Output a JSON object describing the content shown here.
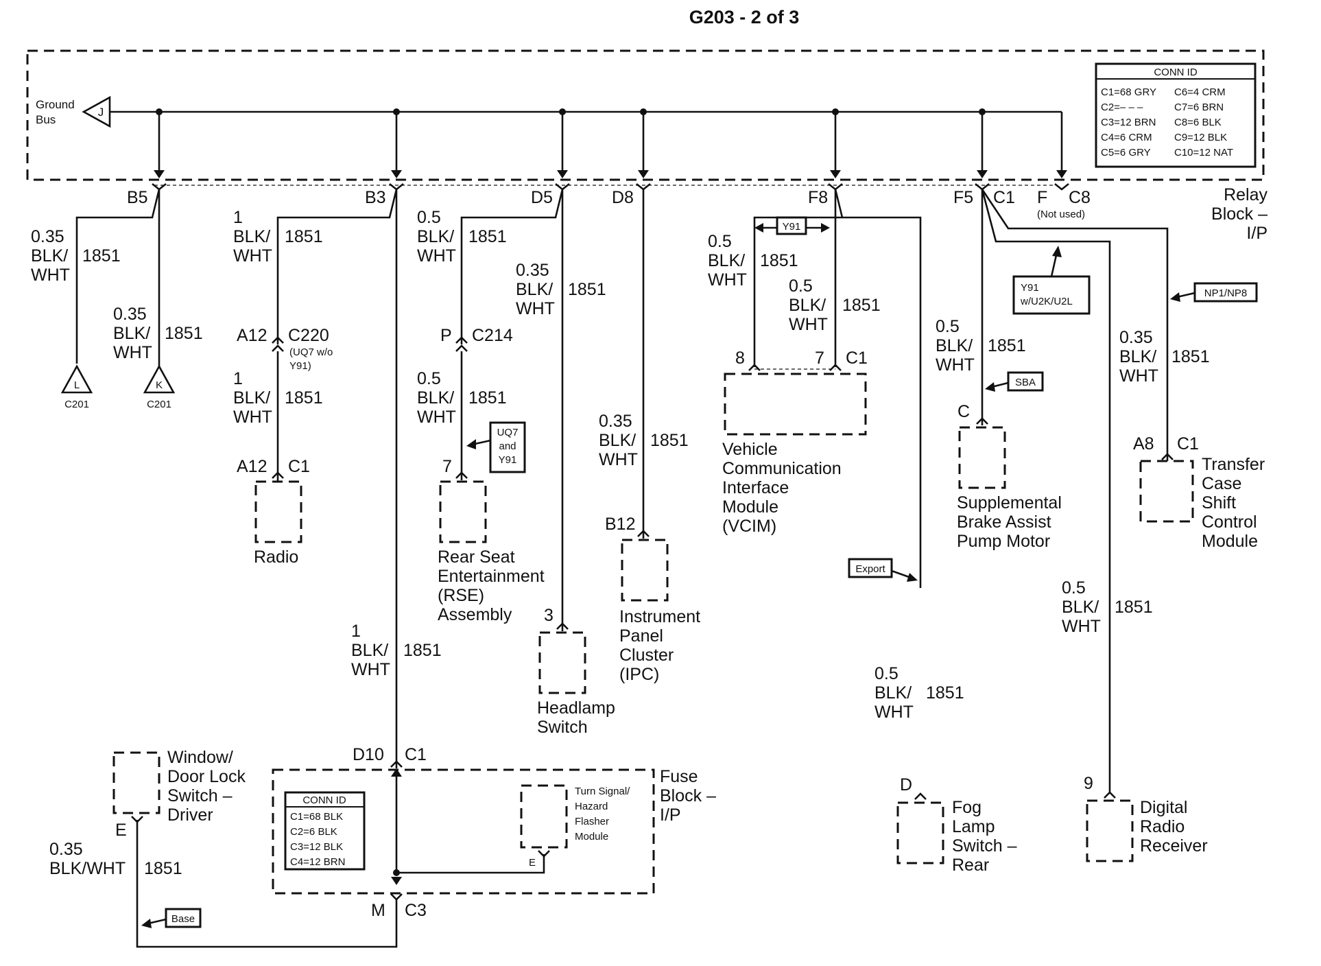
{
  "title": "G203 - 2 of 3",
  "ground_bus": {
    "label": [
      "Ground",
      "Bus"
    ],
    "terminal": "J"
  },
  "relay_block": {
    "label": [
      "Relay",
      "Block –",
      "I/P"
    ]
  },
  "conn_id_relay": {
    "header": "CONN ID",
    "rows": [
      [
        "C1=68 GRY",
        "C6=4 CRM"
      ],
      [
        "C2=– – –",
        "C7=6 BRN"
      ],
      [
        "C3=12 BRN",
        "C8=6 BLK"
      ],
      [
        "C4=6 CRM",
        "C9=12 BLK"
      ],
      [
        "C5=6 GRY",
        "C10=12 NAT"
      ]
    ]
  },
  "relay_pins": {
    "b5": "B5",
    "b3": "B3",
    "d5": "D5",
    "d8": "D8",
    "f8": "F8",
    "f5": "F5",
    "f5_conn": "C1",
    "f": "F",
    "f_conn": "C8",
    "not_used": "(Not used)"
  },
  "wires": {
    "w1": [
      "0.35",
      "BLK/",
      "WHT"
    ],
    "w1_num": "1851",
    "w2": [
      "0.35",
      "BLK/",
      "WHT"
    ],
    "w2_num": "1851",
    "w3": [
      "1",
      "BLK/",
      "WHT"
    ],
    "w3_num": "1851",
    "w4": [
      "1",
      "BLK/",
      "WHT"
    ],
    "w4_num": "1851",
    "w5": [
      "0.5",
      "BLK/",
      "WHT"
    ],
    "w5_num": "1851",
    "w6": [
      "0.5",
      "BLK/",
      "WHT"
    ],
    "w6_num": "1851",
    "w7": [
      "0.35",
      "BLK/",
      "WHT"
    ],
    "w7_num": "1851",
    "w8": [
      "0.35",
      "BLK/",
      "WHT"
    ],
    "w8_num": "1851",
    "w9": [
      "0.5",
      "BLK/",
      "WHT"
    ],
    "w9_num": "1851",
    "w10": [
      "0.5",
      "BLK/",
      "WHT"
    ],
    "w10_num": "1851",
    "w11": [
      "0.5",
      "BLK/",
      "WHT"
    ],
    "w11_num": "1851",
    "w12": [
      "0.35",
      "BLK/",
      "WHT"
    ],
    "w12_num": "1851",
    "w13": [
      "1",
      "BLK/",
      "WHT"
    ],
    "w13_num": "1851",
    "w14": [
      "0.5",
      "BLK/",
      "WHT"
    ],
    "w14_num": "1851",
    "w15": [
      "0.5",
      "BLK/",
      "WHT"
    ],
    "w15_num": "1851",
    "w16": [
      "0.35",
      "BLK/WHT"
    ],
    "w16_num": "1851"
  },
  "grounds": {
    "l": "L",
    "l_conn": "C201",
    "k": "K",
    "k_conn": "C201"
  },
  "inline": {
    "a12": "A12",
    "c220": "C220",
    "c220_note": [
      "(UQ7 w/o",
      "Y91)"
    ],
    "p": "P",
    "c214": "C214"
  },
  "options": {
    "y91": "Y91",
    "uq7": [
      "UQ7",
      "and",
      "Y91"
    ],
    "y91_u2k": [
      "Y91",
      "w/U2K/U2L"
    ],
    "np1": "NP1/NP8",
    "sba": "SBA",
    "export": "Export",
    "base": "Base"
  },
  "components": {
    "radio": {
      "pin": "A12",
      "conn": "C1",
      "name": [
        "Radio"
      ]
    },
    "rse": {
      "pin": "7",
      "name": [
        "Rear Seat",
        "Entertainment",
        "(RSE)",
        "Assembly"
      ]
    },
    "headlamp": {
      "pin": "3",
      "name": [
        "Headlamp",
        "Switch"
      ]
    },
    "ipc": {
      "pin": "B12",
      "name": [
        "Instrument",
        "Panel",
        "Cluster",
        "(IPC)"
      ]
    },
    "vcim": {
      "pin_a": "8",
      "pin_b": "7",
      "conn": "C1",
      "name": [
        "Vehicle",
        "Communication",
        "Interface",
        "Module",
        "(VCIM)"
      ]
    },
    "sbapm": {
      "pin": "C",
      "name": [
        "Supplemental",
        "Brake Assist",
        "Pump Motor"
      ]
    },
    "tccm": {
      "pin": "A8",
      "conn": "C1",
      "name": [
        "Transfer",
        "Case",
        "Shift",
        "Control",
        "Module"
      ]
    },
    "fog": {
      "pin": "D",
      "name": [
        "Fog",
        "Lamp",
        "Switch –",
        "Rear"
      ]
    },
    "drr": {
      "pin": "9",
      "name": [
        "Digital",
        "Radio",
        "Receiver"
      ]
    },
    "window": {
      "pin": "E",
      "name": [
        "Window/",
        "Door Lock",
        "Switch –",
        "Driver"
      ]
    }
  },
  "fuse_block": {
    "label": [
      "Fuse",
      "Block –",
      "I/P"
    ],
    "d10": "D10",
    "d10_conn": "C1",
    "m": "M",
    "m_conn": "C3",
    "conn_header": "CONN ID",
    "conn_rows": [
      "C1=68 BLK",
      "C2=6 BLK",
      "C3=12 BLK",
      "C4=12 BRN"
    ],
    "flasher": [
      "Turn Signal/",
      "Hazard",
      "Flasher",
      "Module"
    ],
    "flasher_pin": "E"
  }
}
